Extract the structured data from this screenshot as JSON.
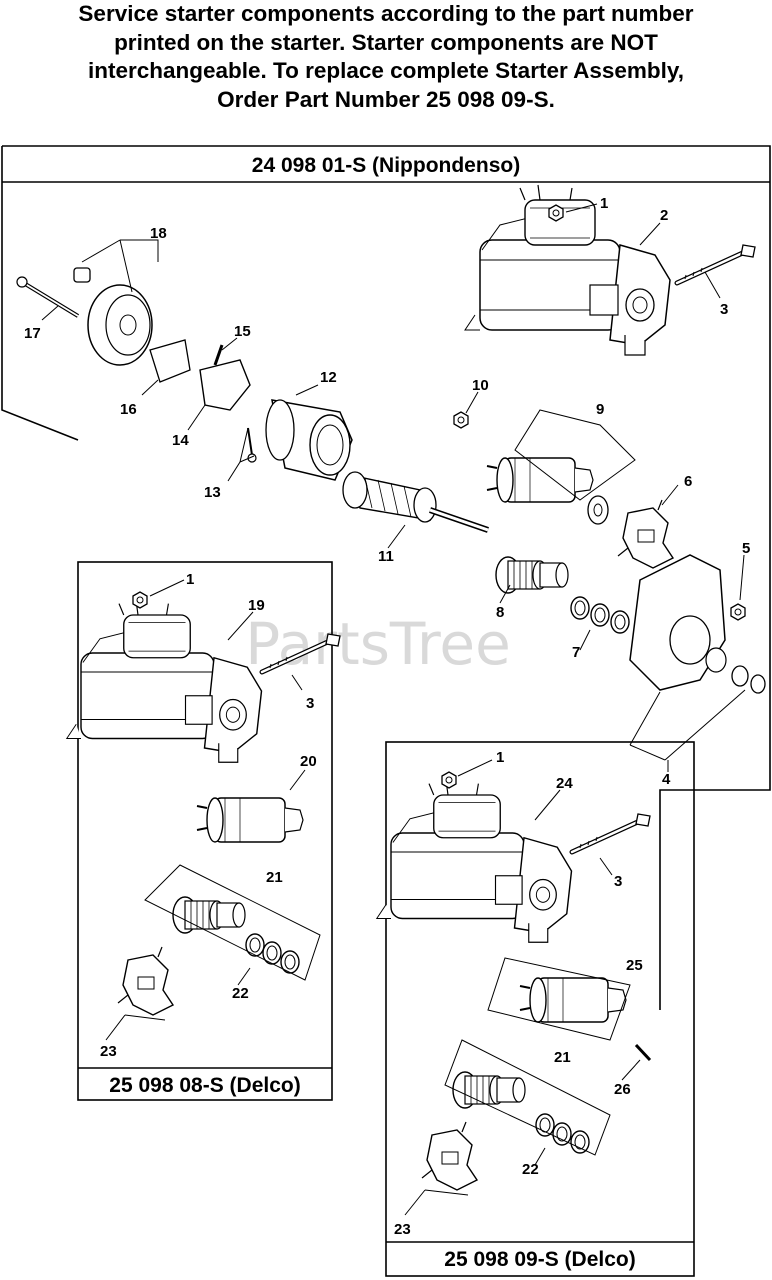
{
  "header": {
    "lines": [
      "Service starter components according to the part number",
      "printed on the starter. Starter components are NOT",
      "interchangeable. To replace complete Starter Assembly,",
      "Order Part Number 25 098 09-S."
    ]
  },
  "watermark": "PartsTree",
  "panels": {
    "main_title": "24 098 01-S (Nippondenso)",
    "left_title": "25 098 08-S (Delco)",
    "right_title": "25 098 09-S (Delco)"
  },
  "callouts": {
    "main": [
      "1",
      "2",
      "3",
      "4",
      "5",
      "6",
      "7",
      "8",
      "9",
      "10",
      "11",
      "12",
      "13",
      "14",
      "15",
      "16",
      "17",
      "18"
    ],
    "left": [
      "1",
      "19",
      "3",
      "20",
      "21",
      "22",
      "23"
    ],
    "right": [
      "1",
      "24",
      "3",
      "25",
      "26",
      "21",
      "22",
      "23"
    ]
  }
}
